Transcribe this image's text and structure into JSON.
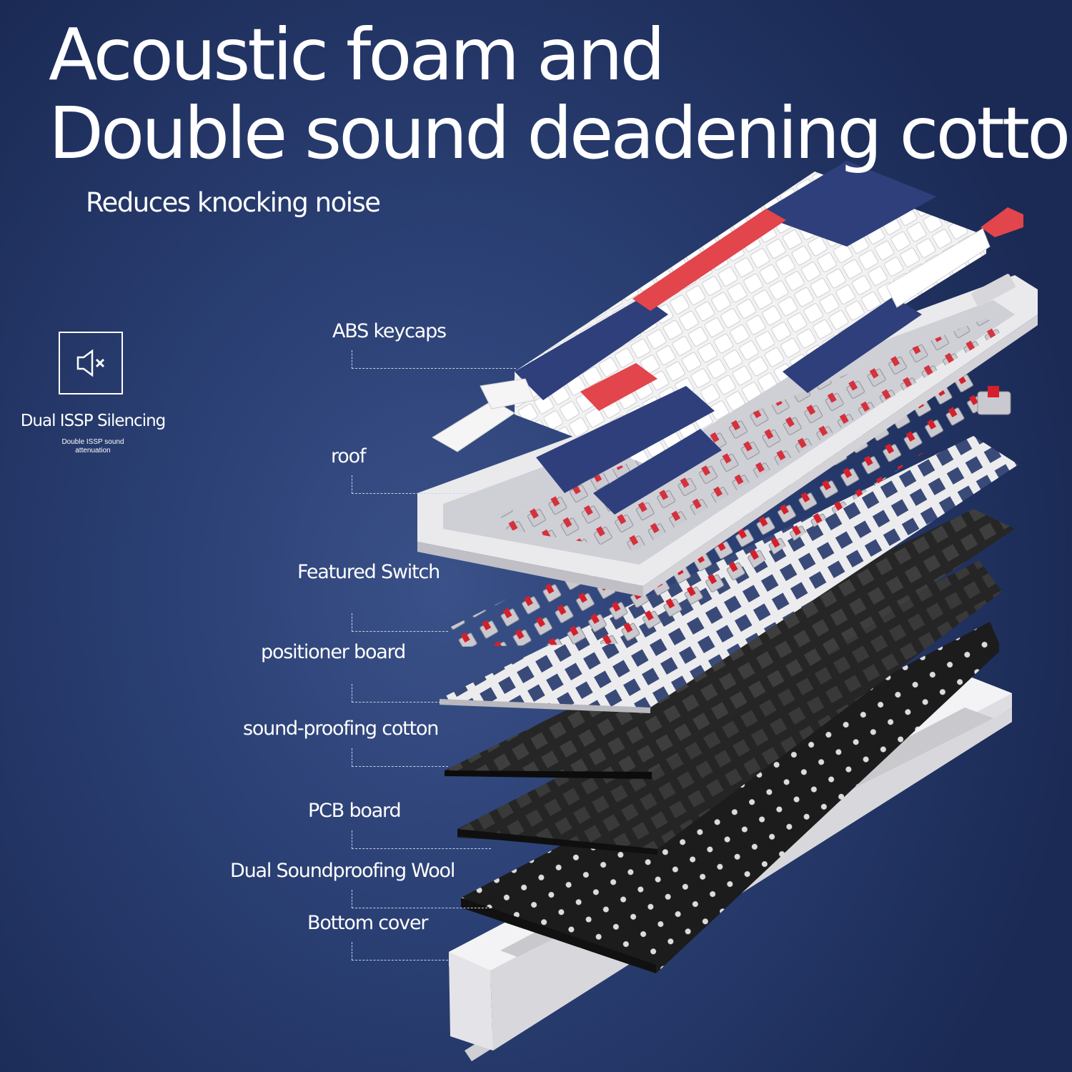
{
  "headline": {
    "line1": "Acoustic foam and",
    "line2": "Double sound deadening cotton"
  },
  "subheadline": "Reduces knocking noise",
  "feature": {
    "icon": "speaker-mute-icon",
    "title": "Dual ISSP Silencing",
    "description": "Double ISSP sound attenuation"
  },
  "layers": [
    "ABS keycaps",
    "roof",
    "Featured Switch",
    "positioner board",
    "sound-proofing cotton",
    "PCB board",
    "Dual Soundproofing Wool",
    "Bottom cover"
  ],
  "colors": {
    "background": "#2a3f73",
    "keycap_navy": "#2e3f7c",
    "keycap_white": "#f2f2f2",
    "keycap_red": "#e2454c",
    "switch_red": "#d4202c",
    "frame_white": "#e9e9ea",
    "cotton_black": "#1f1f1f"
  }
}
